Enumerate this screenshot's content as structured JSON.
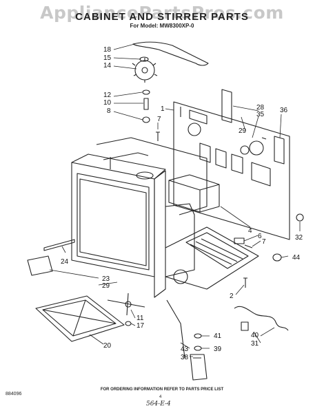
{
  "watermark": "AppliancePartsPros.com",
  "header": {
    "title": "CABINET AND STIRRER PARTS",
    "model_line": "For Model: MW8300XP-0"
  },
  "callouts": [
    "18",
    "15",
    "14",
    "12",
    "10",
    "8",
    "7",
    "1",
    "28",
    "36",
    "29",
    "35",
    "4",
    "32",
    "6",
    "7",
    "44",
    "23",
    "29",
    "24",
    "2",
    "11",
    "17",
    "20",
    "43",
    "38",
    "41",
    "39",
    "40",
    "31"
  ],
  "footer": {
    "document_code": "884096",
    "ordering_note": "FOR ORDERING INFORMATION REFER TO PARTS PRICE LIST",
    "page_number": "4",
    "handwritten": "564-E-4"
  }
}
